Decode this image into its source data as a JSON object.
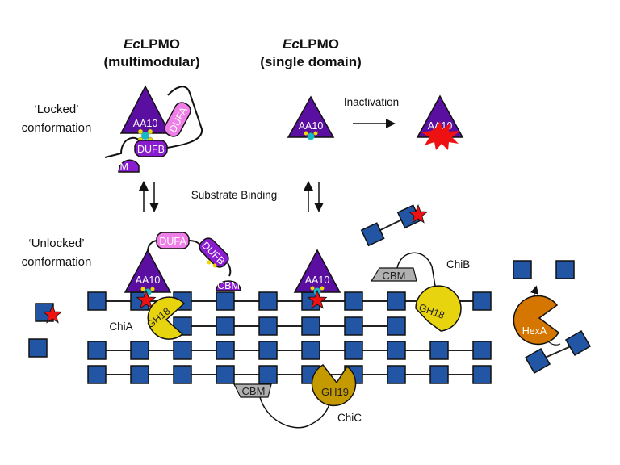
{
  "headers": {
    "multimodular": {
      "prefix": "Ec",
      "name": "LPMO",
      "sub": "(multimodular)"
    },
    "single": {
      "prefix": "Ec",
      "name": "LPMO",
      "sub": "(single domain)"
    }
  },
  "side_labels": {
    "locked_1": "‘Locked’",
    "locked_2": "conformation",
    "unlocked_1": "‘Unlocked’",
    "unlocked_2": "conformation"
  },
  "transitions": {
    "inactivation": "Inactivation",
    "substrate_binding": "Substrate Binding"
  },
  "domains": {
    "aa10": "AA10",
    "dufa": "DUFA",
    "dufb": "DUFB",
    "cbm": "CBM",
    "gh18": "GH18",
    "gh19": "GH19",
    "hexa": "HexA"
  },
  "enzymes": {
    "chia": "ChiA",
    "chib": "ChiB",
    "chic": "ChiC"
  },
  "colors": {
    "aa10": "#5a0fa0",
    "dufa": "#f07ee8",
    "dufb_cbm_lpmo": "#8a1cd0",
    "copper": "#19b8c4",
    "ligand": "#f0d800",
    "sugar": "#2255a4",
    "star": "#ee1111",
    "gh18": "#e8d40e",
    "gh19": "#c49a00",
    "hexa": "#d47600",
    "cbm_chitinase": "#b0b0b0"
  }
}
